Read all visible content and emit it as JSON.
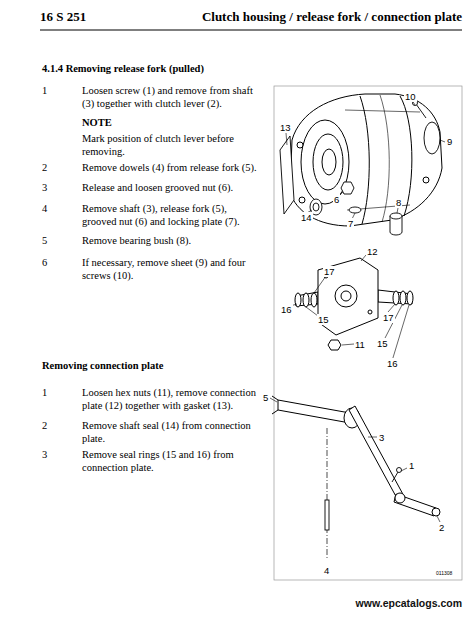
{
  "diagram": {
    "title": "Clutch housing / release fork / connection plate",
    "labels": [
      "16 S 251",
      "4.1.4 Removing release fork (pulled)",
      "1",
      "Loosen screw (1) and remove from shaft (3) together with clutch lever (2).",
      "NOTE",
      "Mark position of clutch lever before removing.",
      "2",
      "Remove dowels (4) from release fork (5).",
      "3",
      "Release and loosen grooved nut (6).",
      "4",
      "Remove shaft (3), release fork (5), grooved nut (6) and locking plate (7).",
      "5",
      "Remove bearing bush (8).",
      "6",
      "If necessary, remove sheet (9) and four screws (10).",
      "Removing connection plate",
      "1",
      "Loosen hex nuts (11), remove connection plate (12) together with gasket (13).",
      "2",
      "Remove shaft seal (14) from connection plate.",
      "3",
      "Remove seal rings (15 and 16) from connection plate.",
      "10",
      "13",
      "9",
      "14",
      "6",
      "8",
      "7",
      "12",
      "17",
      "16",
      "15",
      "17",
      "11",
      "15",
      "16",
      "5",
      "3",
      "1",
      "2",
      "4",
      "011308",
      "www.epcatalogs.com"
    ]
  }
}
